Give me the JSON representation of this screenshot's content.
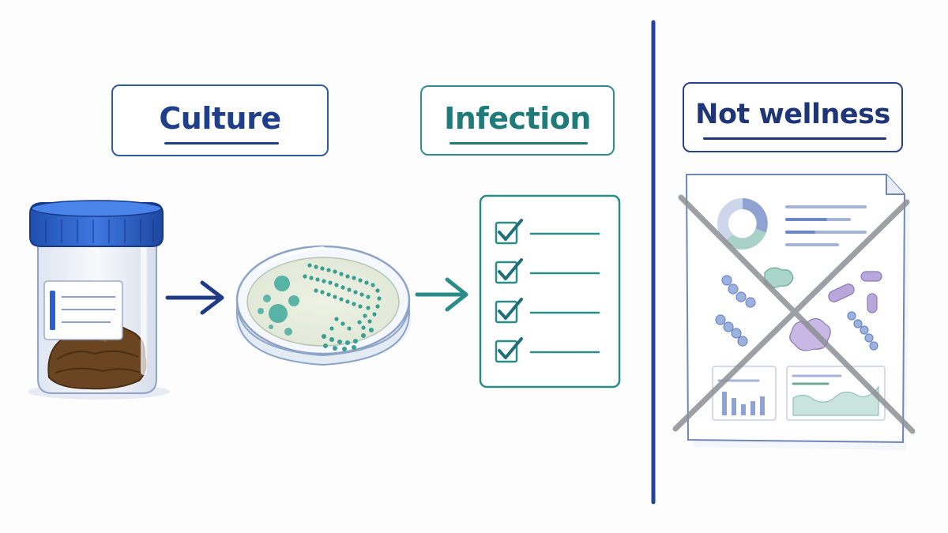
{
  "labels": {
    "culture": "Culture",
    "infection": "Infection",
    "not_wellness": "Not wellness"
  },
  "colors": {
    "navy": "#1f3b86",
    "teal": "#2a8c88",
    "jar_lid": "#2b5fc9",
    "stool": "#6b4522",
    "colony": "#3fa99c",
    "divider": "#25459a",
    "cross": "#8d9095"
  },
  "icons": [
    "specimen-jar-icon",
    "arrow-right-icon",
    "petri-dish-icon",
    "checklist-icon",
    "wellness-report-icon",
    "cross-out-icon"
  ]
}
